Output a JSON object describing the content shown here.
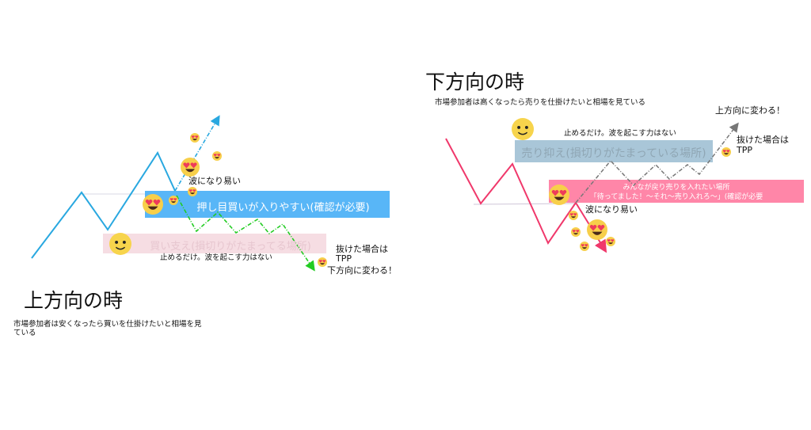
{
  "up_panel": {
    "title": "上方向の時",
    "description": "市場参加者は安くなったら買いを仕掛けたいと相場を見ている",
    "wave_label": "波になり易い",
    "pullback_zone": "押し目買いが入りやすい(確認が必要)",
    "support_zone": "買い支え(損切りがたまってる場所)",
    "stop_note": "止めるだけ。波を起こす力はない",
    "breakout_line1": "抜けた場合は",
    "breakout_line2": "TPP",
    "reversal_label": "下方向に変わる！"
  },
  "down_panel": {
    "title": "下方向の時",
    "description": "市場参加者は高くなったら売りを仕掛けたいと相場を見ている",
    "stop_note": "止めるだけ。波を起こす力はない",
    "resistance_zone": "売り抑え(損切りがたまっている場所)",
    "rally_zone_line1": "みんなが戻り売りを入れたい場所",
    "rally_zone_line2": "「待ってました！～それ～売り入れろ～」(確認が必要",
    "wave_label": "波になり易い",
    "breakout_line1": "抜けた場合は",
    "breakout_line2": "TPP",
    "reversal_label": "上方向に変わる！"
  },
  "colors": {
    "up_line": "#29a8e0",
    "down_line": "#f0386b",
    "green_dash": "#22cc22",
    "gray_dash": "#777777",
    "blue_box": "#58b6f7",
    "pink_box_light": "#f6dde3",
    "steel_box": "#a9c6d8",
    "pink_box": "#ff86a8"
  }
}
